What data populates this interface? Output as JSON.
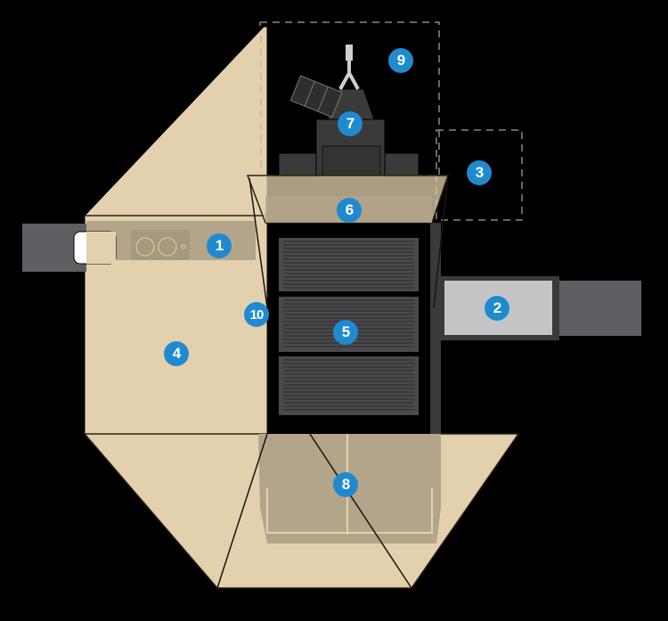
{
  "colors": {
    "background": "#000000",
    "awning": "#e3d1ae",
    "marker": "#1f8ad0",
    "vehicle": "#3a3a3a"
  },
  "markers": [
    {
      "label": "1",
      "part": "kitchen-slide"
    },
    {
      "label": "2",
      "part": "side-slide-out"
    },
    {
      "label": "3",
      "part": "dashed-zone-right"
    },
    {
      "label": "4",
      "part": "side-awning"
    },
    {
      "label": "5",
      "part": "vehicle-roof"
    },
    {
      "label": "6",
      "part": "front-awning"
    },
    {
      "label": "7",
      "part": "rooftop-tent"
    },
    {
      "label": "8",
      "part": "rear-awning"
    },
    {
      "label": "9",
      "part": "dashed-zone-top"
    },
    {
      "label": "10",
      "part": "awning-wall"
    }
  ]
}
